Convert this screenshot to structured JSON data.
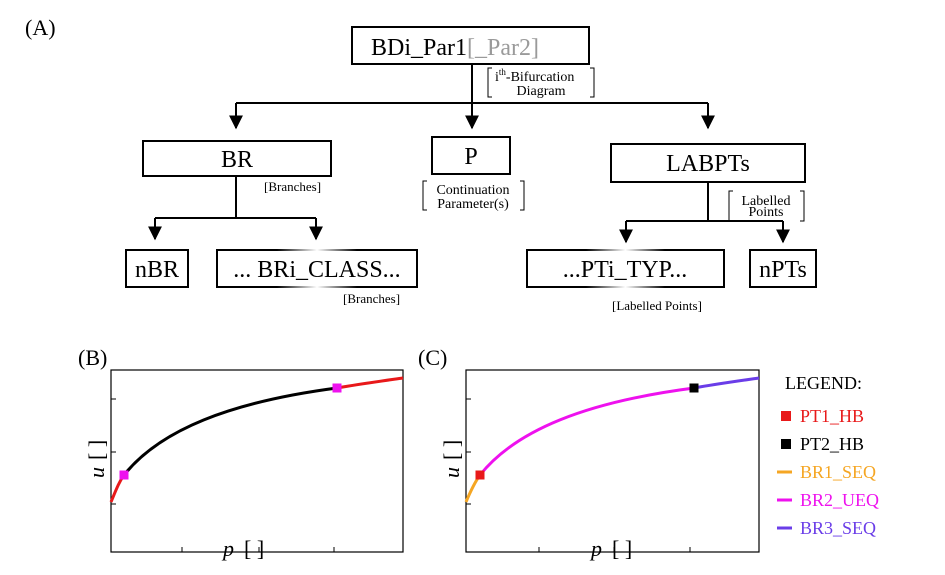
{
  "panel_labels": {
    "a": "(A)",
    "b": "(B)",
    "c": "(C)"
  },
  "tree": {
    "root": {
      "main": "BDi_Par1",
      "optional": "[_Par2]",
      "note_top": "ith-Bifurcation",
      "note_sup": "th",
      "note_i": "i",
      "note_rest": "-Bifurcation",
      "note_bottom": "Diagram"
    },
    "br": {
      "label": "BR",
      "note": "[Branches]"
    },
    "p": {
      "label": "P",
      "note_top": "Continuation",
      "note_bottom": "Parameter(s)"
    },
    "labpts": {
      "label": "LABPTs",
      "note_top": "Labelled",
      "note_bottom": "Points"
    },
    "nbr": {
      "label": "nBR"
    },
    "bri_class": {
      "label": "... BRi_CLASS...",
      "note": "[Branches]"
    },
    "pti_typ": {
      "label": "...PTi_TYP...",
      "note": "[Labelled Points]"
    },
    "npts": {
      "label": "nPTs"
    }
  },
  "plots": {
    "b": {
      "xlabel_var": "p",
      "xlabel_unit": "[ ]",
      "ylabel_var": "u",
      "ylabel_unit": "[ ]"
    },
    "c": {
      "xlabel_var": "p",
      "xlabel_unit": "[ ]",
      "ylabel_var": "u",
      "ylabel_unit": "[ ]"
    }
  },
  "legend": {
    "title": "LEGEND:",
    "items": [
      {
        "label": "PT1_HB",
        "color": "#e8191a",
        "marker": "square"
      },
      {
        "label": "PT2_HB",
        "color": "#000000",
        "marker": "square"
      },
      {
        "label": "BR1_SEQ",
        "color": "#f5a623",
        "marker": "line"
      },
      {
        "label": "BR2_UEQ",
        "color": "#ee11ee",
        "marker": "line"
      },
      {
        "label": "BR3_SEQ",
        "color": "#6a3de8",
        "marker": "line"
      }
    ]
  },
  "colors": {
    "red": "#e8191a",
    "black": "#000000",
    "magenta": "#ee11ee",
    "orange": "#f5a623",
    "purple": "#6a3de8",
    "gray": "#9a9a9a"
  }
}
